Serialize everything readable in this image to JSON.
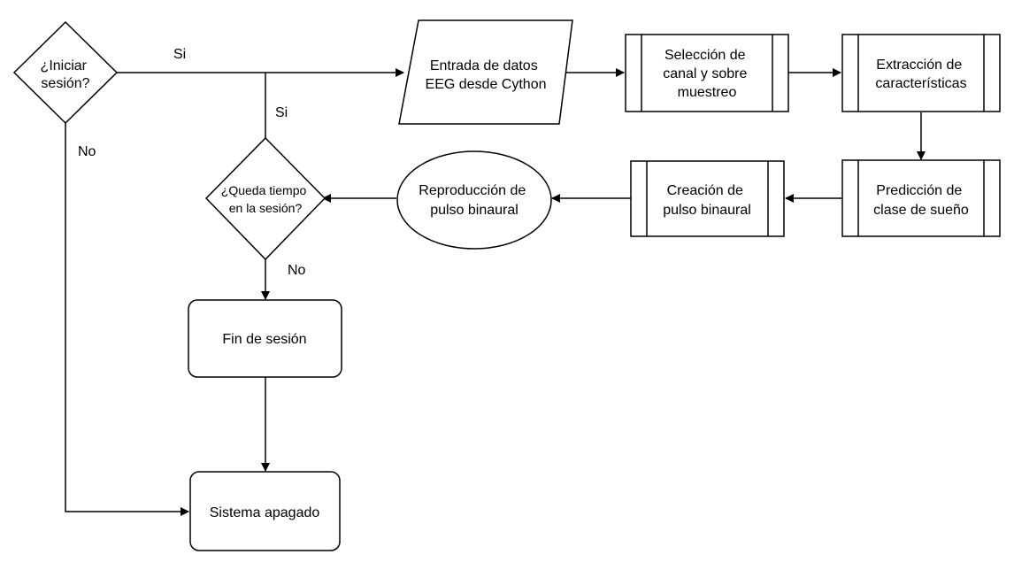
{
  "nodes": {
    "start": [
      "¿Iniciar",
      "sesión?"
    ],
    "input": [
      "Entrada de datos",
      "EEG desde Cython"
    ],
    "channel": [
      "Selección de",
      "canal y sobre",
      "muestreo"
    ],
    "features": [
      "Extracción de",
      "características"
    ],
    "predict": [
      "Predicción de",
      "clase de sueño"
    ],
    "create_pulse": [
      "Creación de",
      "pulso binaural"
    ],
    "play_pulse": [
      "Reproducción de",
      "pulso binaural"
    ],
    "time_left": [
      "¿Queda tiempo",
      "en la sesión?"
    ],
    "end_session": [
      "Fin de sesión"
    ],
    "shutdown": [
      "Sistema apagado"
    ]
  },
  "edge_labels": {
    "start_yes": "Si",
    "loop_yes": "Si",
    "start_no": "No",
    "time_no": "No"
  }
}
